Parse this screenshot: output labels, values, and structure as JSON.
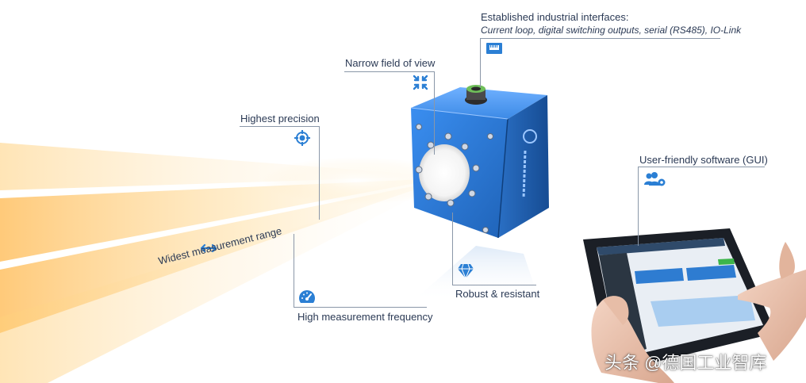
{
  "features": {
    "interfaces_title": "Established industrial interfaces:",
    "interfaces_detail": "Current loop, digital switching outputs, serial (RS485), IO-Link",
    "narrow_fov": "Narrow field of view",
    "highest_precision": "Highest precision",
    "gui": "User-friendly software (GUI)",
    "widest_range": "Widest measurement range",
    "robust": "Robust & resistant",
    "high_frequency": "High measurement frequency"
  },
  "icons": {
    "interfaces": "ethernet-port-icon",
    "narrow_fov": "compress-arrows-icon",
    "highest_precision": "crosshair-icon",
    "gui": "users-gear-icon",
    "widest_range": "double-arrow-icon",
    "robust": "diamond-icon",
    "high_frequency": "speedometer-icon"
  },
  "watermark": "头条 @德国工业智库",
  "colors": {
    "accent": "#2b7fd4",
    "sensor_blue": "#2f7fd9",
    "beam": "#ffc870",
    "text": "#2b3a55"
  }
}
